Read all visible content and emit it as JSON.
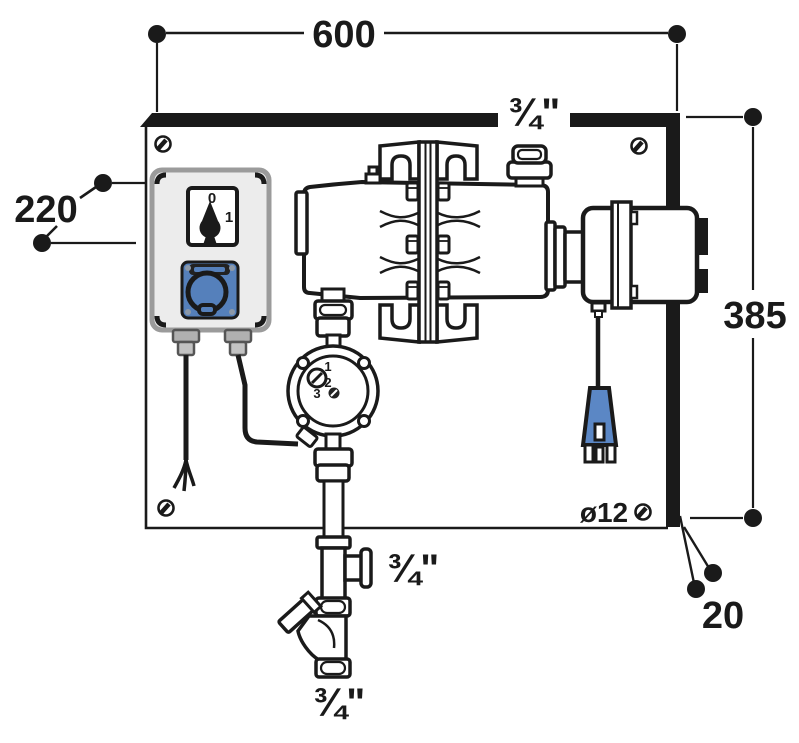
{
  "diagram": {
    "type": "technical installation drawing - wall panel with circulation pump unit",
    "dimensions": {
      "panel_width": "600",
      "panel_height": "385",
      "supply_voltage": "220",
      "panel_thickness": "20",
      "mounting_hole": "ø12",
      "pipe_size_top": "¾\"",
      "pipe_size_branch": "¾\"",
      "pipe_size_bottom": "¾\""
    },
    "switch": {
      "off_label": "0",
      "on_label": "1"
    },
    "pump_speeds": {
      "speed1": "1",
      "speed2": "2",
      "speed3": "3"
    },
    "colors": {
      "line": "#1a1a1a",
      "socket_blue": "#5580bb",
      "plug_blue": "#5b87c5",
      "box_fill": "#ececec",
      "box_border": "#9b9b9b",
      "gland_gray": "#b0b0b0"
    }
  }
}
